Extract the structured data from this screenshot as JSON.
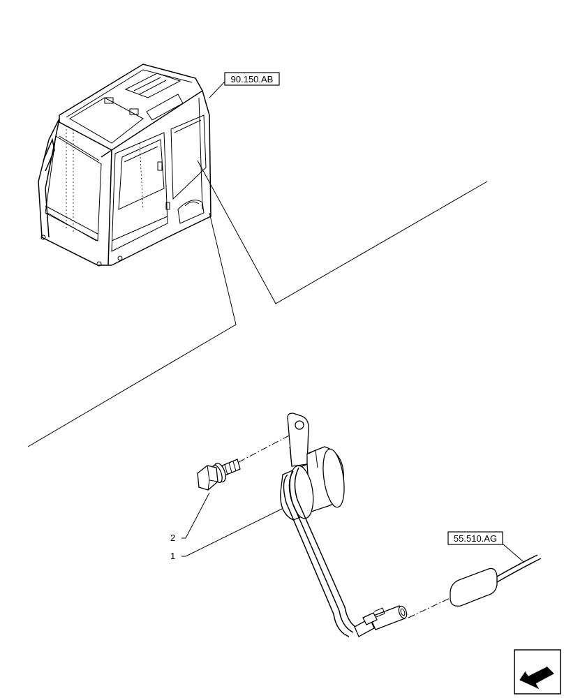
{
  "references": {
    "cab": "90.150.AB",
    "harness": "55.510.AG"
  },
  "callouts": {
    "item_1": "1",
    "item_2": "2"
  },
  "icons": {
    "nav": "back-arrow-icon"
  }
}
